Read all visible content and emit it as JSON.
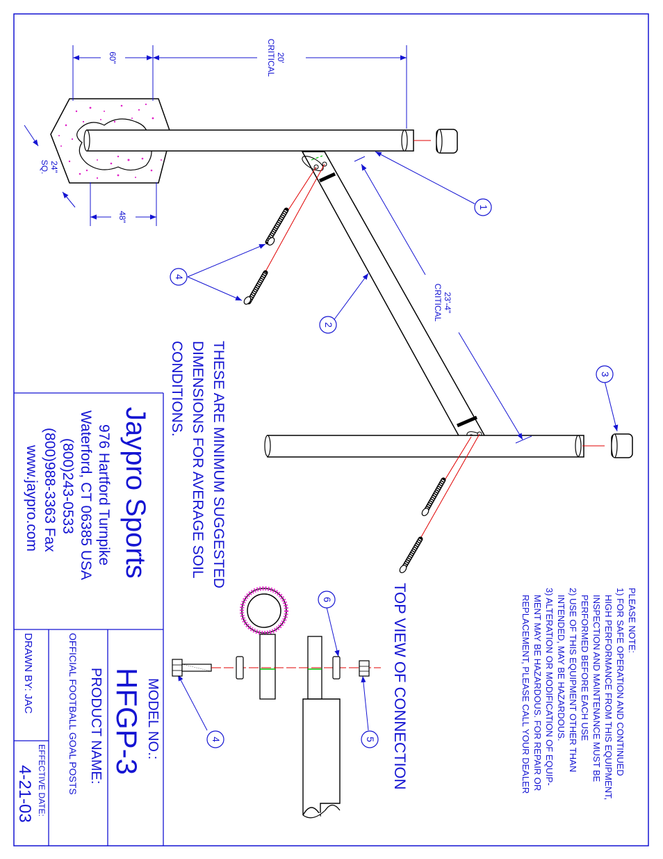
{
  "callouts": [
    "1",
    "2",
    "3",
    "4",
    "4",
    "5",
    "6"
  ],
  "dimensions": {
    "d60": "60\"",
    "d20": "20'",
    "critical_top": "CRITICAL",
    "d24": "24\"",
    "sq": "SQ.",
    "d48": "48\"",
    "d23_4": "23'-4\"",
    "critical_diag": "CRITICAL"
  },
  "notice": {
    "line1": "THESE ARE MINIMUM SUGGESTED",
    "line2": "DIMENSIONS FOR AVERAGE SOIL",
    "line3": "CONDITIONS."
  },
  "top_view_label": "TOP VIEW OF CONNECTION",
  "notes": {
    "title": "PLEASE NOTE:",
    "lines": [
      "1) FOR SAFE OPERATION AND CONTINUED",
      "HIGH PERFORMANCE FROM THIS EQUIPMENT,",
      "INSPECTION AND MAINTENANCE MUST BE",
      "PERFORMED BEFORE EACH USE",
      "2) USE OF THIS EQUIPMENT OTHER THAN",
      "INTENDED, MAY BE HAZARDOUS.",
      "3) ALTERATION OR MODIFICATION OF EQUIP-",
      "MENT MAY BE HAZARDOUS.  FOR REPAIR OR",
      "REPLACEMENT, PLEASE CALL YOUR DEALER"
    ]
  },
  "company": {
    "name": "Jaypro Sports",
    "address1": "976 Hartford Turnpike",
    "address2": "Waterford, CT 06385 USA",
    "phone": "(800)243-0533",
    "fax": "(800)988-3363 Fax",
    "web": "www.jaypro.com"
  },
  "title_block": {
    "model_label": "MODEL NO.:",
    "model": "HFGP-3",
    "product_label": "PRODUCT NAME:",
    "product": "OFFICIAL FOOTBALL GOAL POSTS",
    "drawn_by": "DRAWN BY: JAC",
    "effective_label": "EFFECTIVE DATE:",
    "effective_date": "4-21-03"
  },
  "colors": {
    "blue": "#1414d2",
    "red": "#e00000",
    "magenta": "#e020c8",
    "green": "#00c000",
    "black": "#000000"
  }
}
